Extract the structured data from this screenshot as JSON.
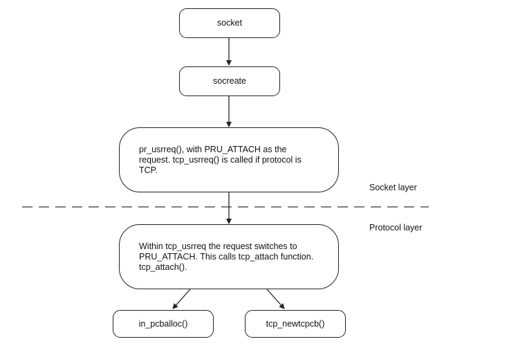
{
  "diagram": {
    "nodes": {
      "socket": "socket",
      "socreate": "socreate",
      "pr_usrreq": "pr_usrreq(), with PRU_ATTACH as the request. tcp_usrreq() is called if protocol is TCP.",
      "tcp_usrreq": "Within tcp_usrreq the request switches to PRU_ATTACH. This calls tcp_attach function. tcp_attach().",
      "in_pcballoc": "in_pcballoc()",
      "tcp_newtcpcb": "tcp_newtcpcb()"
    },
    "layers": {
      "socket_layer": "Socket layer",
      "protocol_layer": "Protocol layer"
    },
    "colors": {
      "stroke": "#222222",
      "divider": "#555555"
    }
  }
}
